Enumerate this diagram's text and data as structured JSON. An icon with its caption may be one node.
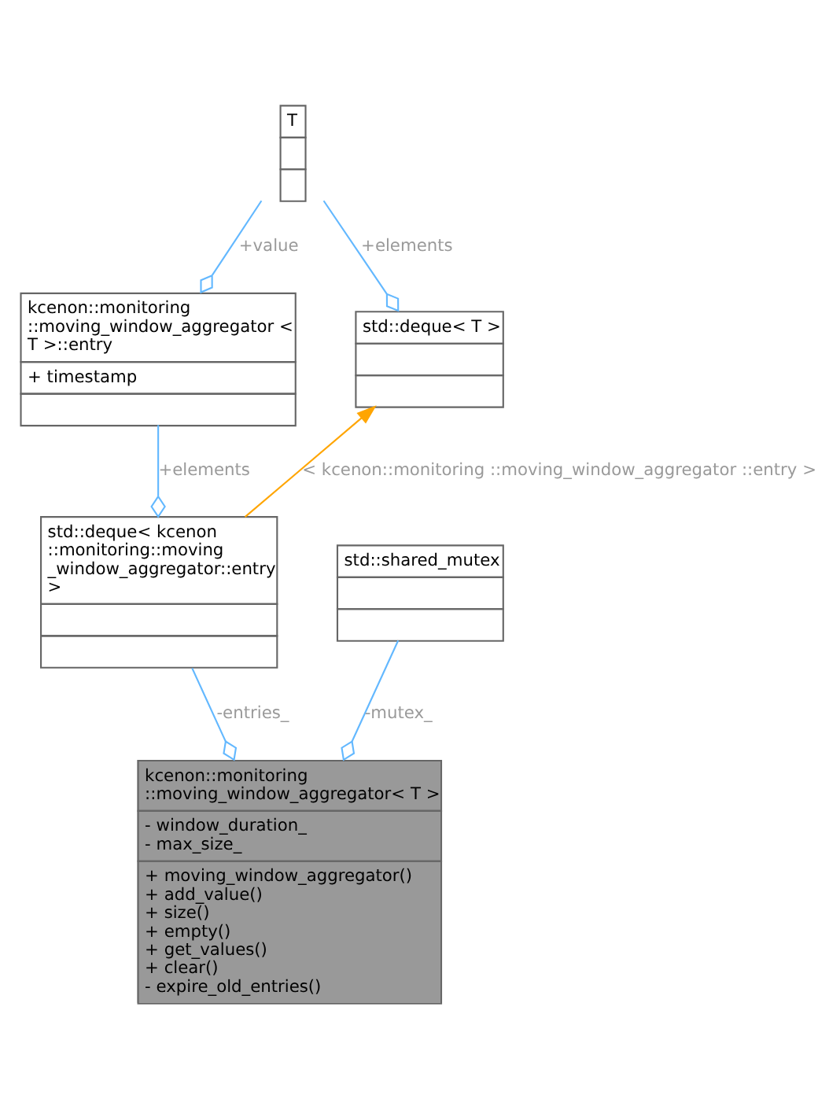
{
  "diagram": {
    "nodes": [
      {
        "text": [
          "T"
        ]
      },
      {
        "text": [
          "kcenon::monitoring ::moving_window_aggregator < T >::entry",
          "+ timestamp"
        ]
      },
      {
        "text": [
          "std::deque< T >"
        ]
      },
      {
        "text": [
          "std::deque< kcenon ::monitoring::moving _window_aggregator::entry >"
        ]
      },
      {
        "text": [
          "std::shared_mutex"
        ]
      },
      {
        "text": [
          "kcenon::monitoring ::moving_window_aggregator< T >",
          "- window_duration_",
          "- max_size_",
          "+ moving_window_aggregator()",
          "+ add_value()",
          "+ size()",
          "+ empty()",
          "+ get_values()",
          "+ clear()",
          "- expire_old_entries()"
        ]
      }
    ],
    "edges": [
      {
        "from": 0,
        "to": 1,
        "arrow": "other",
        "label": "+value"
      },
      {
        "from": 0,
        "to": 2,
        "arrow": "other",
        "label": "+elements"
      },
      {
        "from": 1,
        "to": 3,
        "arrow": "other",
        "label": "+elements"
      },
      {
        "from": 3,
        "to": 2,
        "arrow": "to",
        "label": "< kcenon::monitoring ::moving_window_aggregator ::entry >",
        "color": "#ffa500"
      },
      {
        "from": 4,
        "to": 5,
        "arrow": "other",
        "label": "-mutex_"
      },
      {
        "from": 3,
        "to": 5,
        "arrow": "other",
        "label": "-entries_"
      }
    ]
  }
}
